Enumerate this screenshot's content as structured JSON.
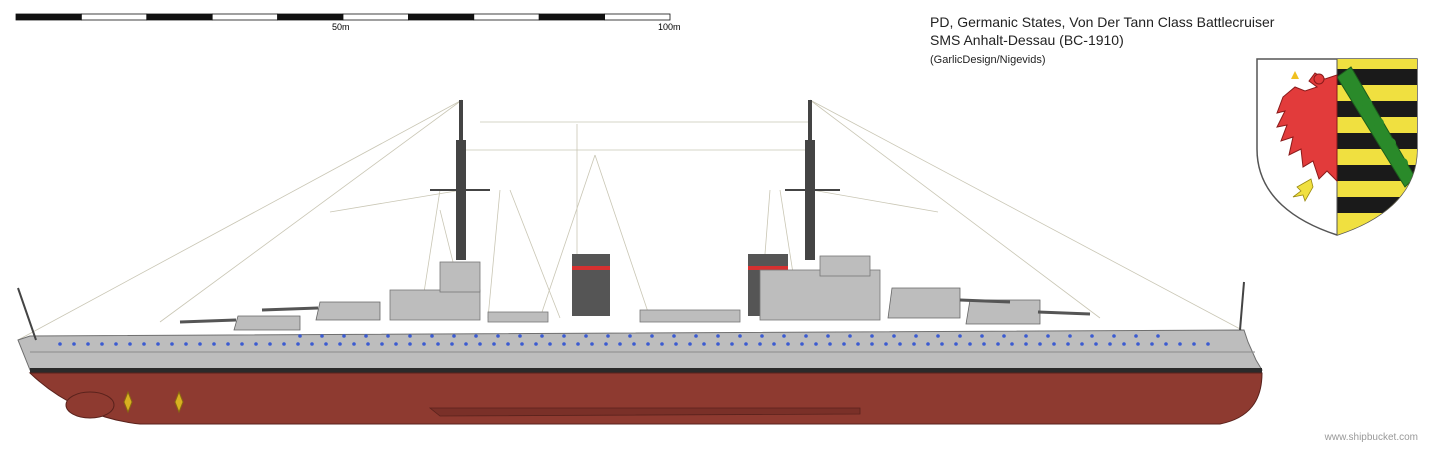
{
  "header": {
    "title_line1": "PD, Germanic States, Von Der Tann Class Battlecruiser",
    "title_line2": "SMS Anhalt-Dessau (BC-1910)",
    "credit": "(GarlicDesign/Nigevids)"
  },
  "scale_bar": {
    "mid_label": "50m",
    "end_label": "100m"
  },
  "watermark": "www.shipbucket.com",
  "colors": {
    "hull_gray": "#bdbdbd",
    "hull_red": "#8e3a30",
    "boot_black": "#2a2a2a",
    "funnel_band": "#d63030",
    "porthole_blue": "#3b5bd1",
    "shield_red": "#e23b3b",
    "shield_black": "#1a1a1a",
    "shield_yellow": "#f0e040",
    "shield_green": "#2a8a2a"
  },
  "icons": {
    "coat_of_arms": "anhalt-dessau-shield-icon"
  }
}
